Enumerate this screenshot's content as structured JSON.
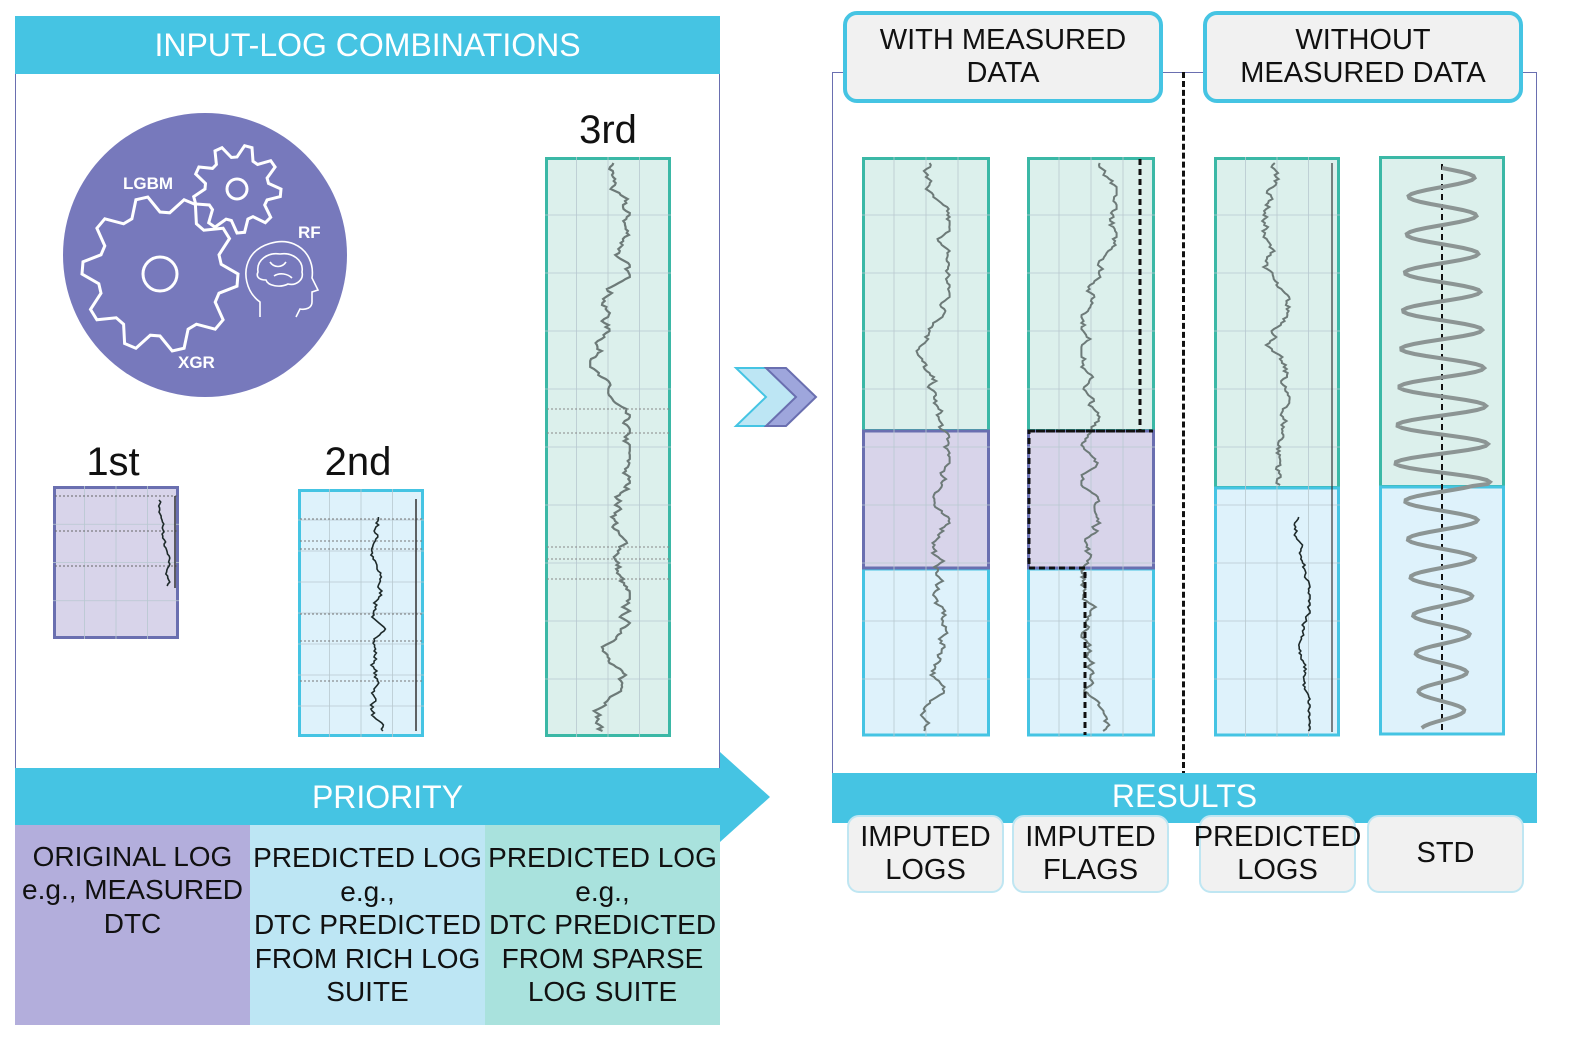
{
  "colors": {
    "cyan": "#45c4e3",
    "purple_circle": "#7779bc",
    "lavender": "#b3aedc",
    "light_blue": "#bde6f4",
    "mint": "#a9e2dd",
    "track_green": "#dcf0ec",
    "track_blue": "#def2fb",
    "track_purple": "#d8d4ea"
  },
  "left": {
    "title": "INPUT-LOG COMBINATIONS",
    "ml_labels": {
      "lgbm": "LGBM",
      "rf": "RF",
      "xgr": "XGR"
    },
    "ranks": {
      "first": "1st",
      "second": "2nd",
      "third": "3rd"
    },
    "priority": "PRIORITY",
    "categories": [
      {
        "lines": [
          "ORIGINAL LOG",
          "e.g., MEASURED",
          "DTC"
        ]
      },
      {
        "lines": [
          "PREDICTED LOG",
          "e.g.,",
          "DTC PREDICTED",
          "FROM RICH LOG",
          "SUITE"
        ]
      },
      {
        "lines": [
          "PREDICTED LOG",
          "e.g.,",
          "DTC PREDICTED",
          "FROM SPARSE",
          "LOG SUITE"
        ]
      }
    ]
  },
  "right": {
    "with_measured": [
      "WITH MEASURED",
      "DATA"
    ],
    "without_measured": [
      "WITHOUT",
      "MEASURED DATA"
    ],
    "results": "RESULTS",
    "tabs": [
      {
        "lines": [
          "IMPUTED",
          "LOGS"
        ]
      },
      {
        "lines": [
          "IMPUTED",
          "FLAGS"
        ]
      },
      {
        "lines": [
          "PREDICTED",
          "LOGS"
        ]
      },
      {
        "lines": [
          "STD"
        ]
      }
    ]
  },
  "icons": {
    "ml_models": "gears-brain-icon",
    "flow_arrow": "double-chevron-icon"
  }
}
